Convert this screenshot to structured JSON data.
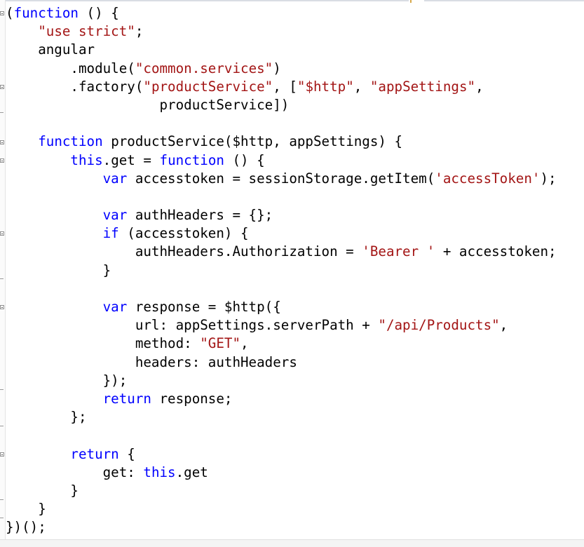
{
  "colors": {
    "keyword": "#0000ff",
    "string": "#a31515",
    "plain": "#000000",
    "background": "#ffffff"
  },
  "code_lines": [
    [
      {
        "t": "(",
        "k": "p"
      },
      {
        "t": "function",
        "k": "kw"
      },
      {
        "t": " () {",
        "k": "p"
      }
    ],
    [
      {
        "t": "    ",
        "k": "p"
      },
      {
        "t": "\"use strict\"",
        "k": "str"
      },
      {
        "t": ";",
        "k": "p"
      }
    ],
    [
      {
        "t": "    angular",
        "k": "p"
      }
    ],
    [
      {
        "t": "        .module(",
        "k": "p"
      },
      {
        "t": "\"common.services\"",
        "k": "str"
      },
      {
        "t": ")",
        "k": "p"
      }
    ],
    [
      {
        "t": "        .factory(",
        "k": "p"
      },
      {
        "t": "\"productService\"",
        "k": "str"
      },
      {
        "t": ", [",
        "k": "p"
      },
      {
        "t": "\"$http\"",
        "k": "str"
      },
      {
        "t": ", ",
        "k": "p"
      },
      {
        "t": "\"appSettings\"",
        "k": "str"
      },
      {
        "t": ",",
        "k": "p"
      }
    ],
    [
      {
        "t": "                   productService])",
        "k": "p"
      }
    ],
    [],
    [
      {
        "t": "    ",
        "k": "p"
      },
      {
        "t": "function",
        "k": "kw"
      },
      {
        "t": " productService($http, appSettings) {",
        "k": "p"
      }
    ],
    [
      {
        "t": "        ",
        "k": "p"
      },
      {
        "t": "this",
        "k": "kw"
      },
      {
        "t": ".get = ",
        "k": "p"
      },
      {
        "t": "function",
        "k": "kw"
      },
      {
        "t": " () {",
        "k": "p"
      }
    ],
    [
      {
        "t": "            ",
        "k": "p"
      },
      {
        "t": "var",
        "k": "kw"
      },
      {
        "t": " accesstoken = sessionStorage.getItem(",
        "k": "p"
      },
      {
        "t": "'accessToken'",
        "k": "str"
      },
      {
        "t": ");",
        "k": "p"
      }
    ],
    [],
    [
      {
        "t": "            ",
        "k": "p"
      },
      {
        "t": "var",
        "k": "kw"
      },
      {
        "t": " authHeaders = {};",
        "k": "p"
      }
    ],
    [
      {
        "t": "            ",
        "k": "p"
      },
      {
        "t": "if",
        "k": "kw"
      },
      {
        "t": " (accesstoken) {",
        "k": "p"
      }
    ],
    [
      {
        "t": "                authHeaders.Authorization = ",
        "k": "p"
      },
      {
        "t": "'Bearer '",
        "k": "str"
      },
      {
        "t": " + accesstoken;",
        "k": "p"
      }
    ],
    [
      {
        "t": "            }",
        "k": "p"
      }
    ],
    [],
    [
      {
        "t": "            ",
        "k": "p"
      },
      {
        "t": "var",
        "k": "kw"
      },
      {
        "t": " response = $http({",
        "k": "p"
      }
    ],
    [
      {
        "t": "                url: appSettings.serverPath + ",
        "k": "p"
      },
      {
        "t": "\"/api/Products\"",
        "k": "str"
      },
      {
        "t": ",",
        "k": "p"
      }
    ],
    [
      {
        "t": "                method: ",
        "k": "p"
      },
      {
        "t": "\"GET\"",
        "k": "str"
      },
      {
        "t": ",",
        "k": "p"
      }
    ],
    [
      {
        "t": "                headers: authHeaders",
        "k": "p"
      }
    ],
    [
      {
        "t": "            });",
        "k": "p"
      }
    ],
    [
      {
        "t": "            ",
        "k": "p"
      },
      {
        "t": "return",
        "k": "kw"
      },
      {
        "t": " response;",
        "k": "p"
      }
    ],
    [
      {
        "t": "        };",
        "k": "p"
      }
    ],
    [],
    [
      {
        "t": "        ",
        "k": "p"
      },
      {
        "t": "return",
        "k": "kw"
      },
      {
        "t": " {",
        "k": "p"
      }
    ],
    [
      {
        "t": "            get: ",
        "k": "p"
      },
      {
        "t": "this",
        "k": "kw"
      },
      {
        "t": ".get",
        "k": "p"
      }
    ],
    [
      {
        "t": "        }",
        "k": "p"
      }
    ],
    [
      {
        "t": "    }",
        "k": "p"
      }
    ],
    [
      {
        "t": "})();",
        "k": "p"
      }
    ]
  ]
}
